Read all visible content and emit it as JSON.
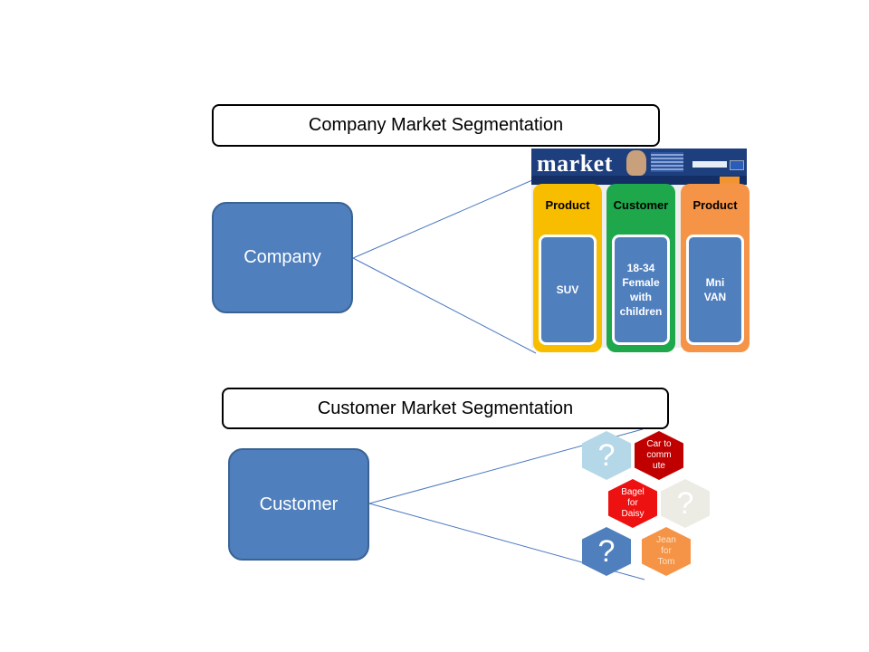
{
  "company_section": {
    "title": "Company Market Segmentation",
    "node_label": "Company",
    "banner": {
      "logo": "market"
    },
    "columns": [
      {
        "header": "Product",
        "value": "SUV",
        "color": "#f9bd00"
      },
      {
        "header": "Customer",
        "value": "18-34 Female with children",
        "color": "#1ea84b"
      },
      {
        "header": "Product",
        "value": "Mni VAN",
        "color": "#f59447"
      }
    ]
  },
  "customer_section": {
    "title": "Customer Market Segmentation",
    "node_label": "Customer",
    "hexagons": [
      {
        "label": "?",
        "color": "#b4d8e8"
      },
      {
        "label": "Car to comm ute",
        "color": "#c00000"
      },
      {
        "label": "Bagel for Daisy",
        "color": "#ee1111"
      },
      {
        "label": "?",
        "color": "#ecebe4"
      },
      {
        "label": "?",
        "color": "#4f7fbd"
      },
      {
        "label": "Jean for Tom",
        "color": "#f59447"
      }
    ]
  },
  "colors": {
    "node_fill": "#4f7fbd",
    "connector": "#4a78c0"
  }
}
